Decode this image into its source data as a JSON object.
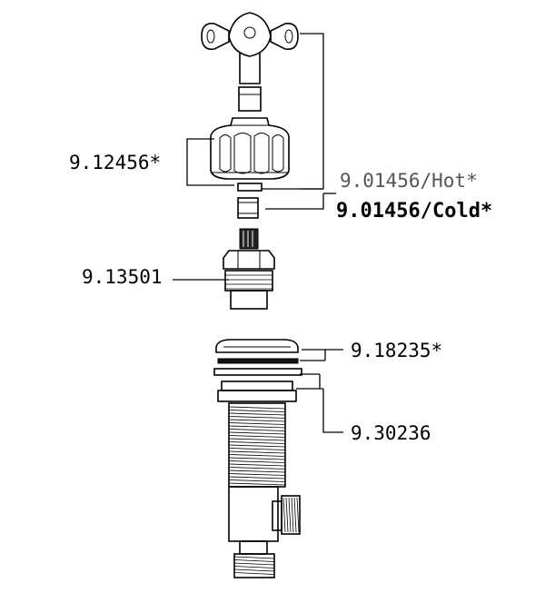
{
  "labels": {
    "handle": "9.12456*",
    "hot": "9.01456/Hot*",
    "cold": "9.01456/Cold*",
    "cartridge": "9.13501",
    "cap": "9.18235*",
    "body": "9.30236"
  }
}
